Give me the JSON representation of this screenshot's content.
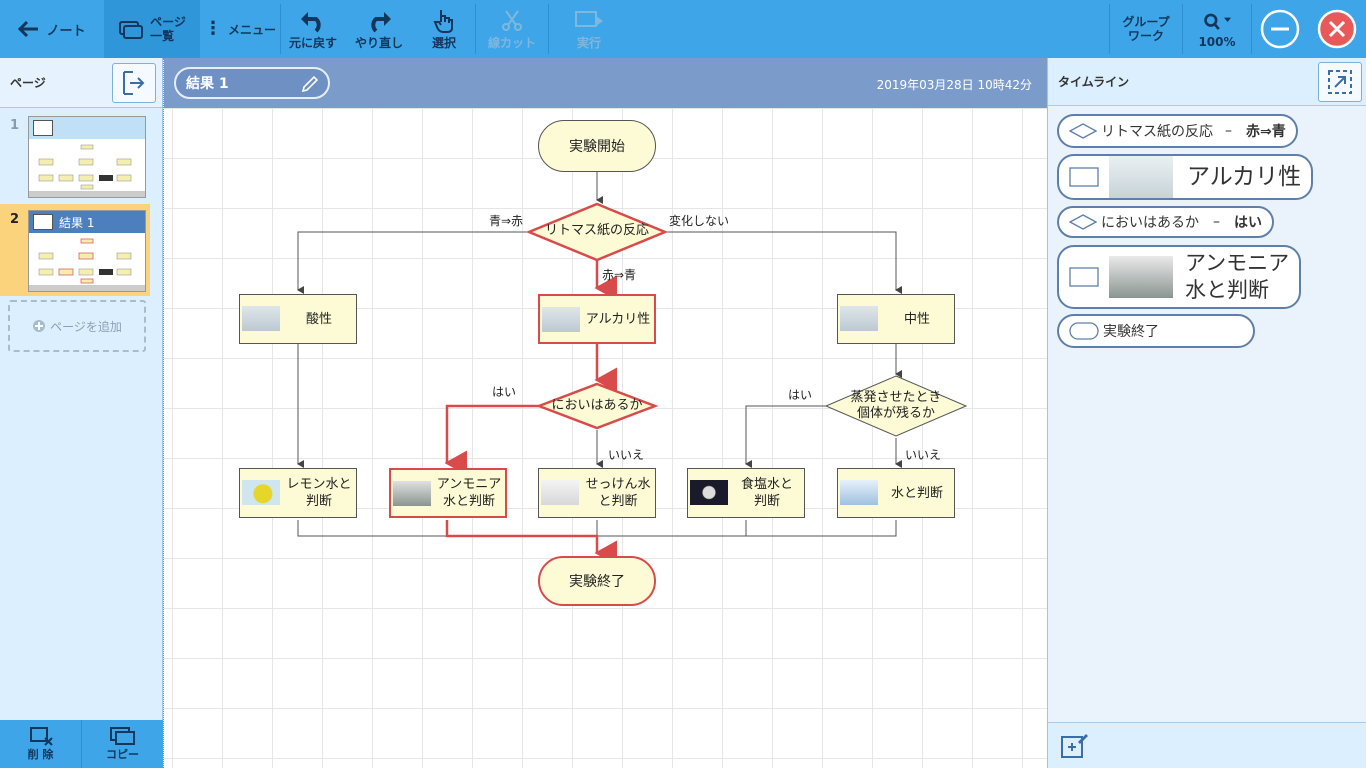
{
  "toolbar": {
    "note": "ノート",
    "page_list": [
      "ページ",
      "一覧"
    ],
    "menu": "メニュー",
    "undo": "元に戻す",
    "redo": "やり直し",
    "select": "選択",
    "cut": "線カット",
    "run": "実行",
    "group_work": [
      "グループ",
      "ワーク"
    ],
    "zoom": "100%"
  },
  "left": {
    "title": "ページ",
    "pages": [
      {
        "num": "1",
        "label": ""
      },
      {
        "num": "2",
        "label": "結果 1"
      }
    ],
    "add_page": "ページを追加",
    "delete": "削 除",
    "copy": "コピー"
  },
  "canvas": {
    "title": "結果 1",
    "date": "2019年03月28日 10時42分",
    "nodes": {
      "start": "実験開始",
      "litmus": "リトマス紙の反応",
      "acid": "酸性",
      "alkali": "アルカリ性",
      "neutral": "中性",
      "smell": "においはあるか",
      "evaporate": [
        "蒸発させたとき",
        "個体が残るか"
      ],
      "lemon": [
        "レモン水と",
        "判断"
      ],
      "ammonia": [
        "アンモニア",
        "水と判断"
      ],
      "soap": [
        "せっけん水",
        "と判断"
      ],
      "salt": [
        "食塩水と",
        "判断"
      ],
      "water": "水と判断",
      "end": "実験終了"
    },
    "edges": {
      "blue_red": "青⇒赤",
      "red_blue": "赤⇒青",
      "no_change": "変化しない",
      "yes1": "はい",
      "no1": "いいえ",
      "yes2": "はい",
      "no2": "いいえ"
    }
  },
  "right": {
    "title": "タイムライン",
    "items": [
      {
        "text": "リトマス紙の反応",
        "dash": "–",
        "result": "赤⇒青"
      },
      {
        "text": "アルカリ性"
      },
      {
        "text": "においはあるか",
        "dash": "–",
        "result": "はい"
      },
      {
        "text": [
          "アンモニア",
          "水と判断"
        ]
      },
      {
        "text": "実験終了"
      }
    ]
  },
  "colors": {
    "toolbar": "#3ea6e8",
    "highlight": "#d94b4b",
    "node_fill": "#fcfbd6",
    "canvas_header": "#7b9ccb"
  }
}
